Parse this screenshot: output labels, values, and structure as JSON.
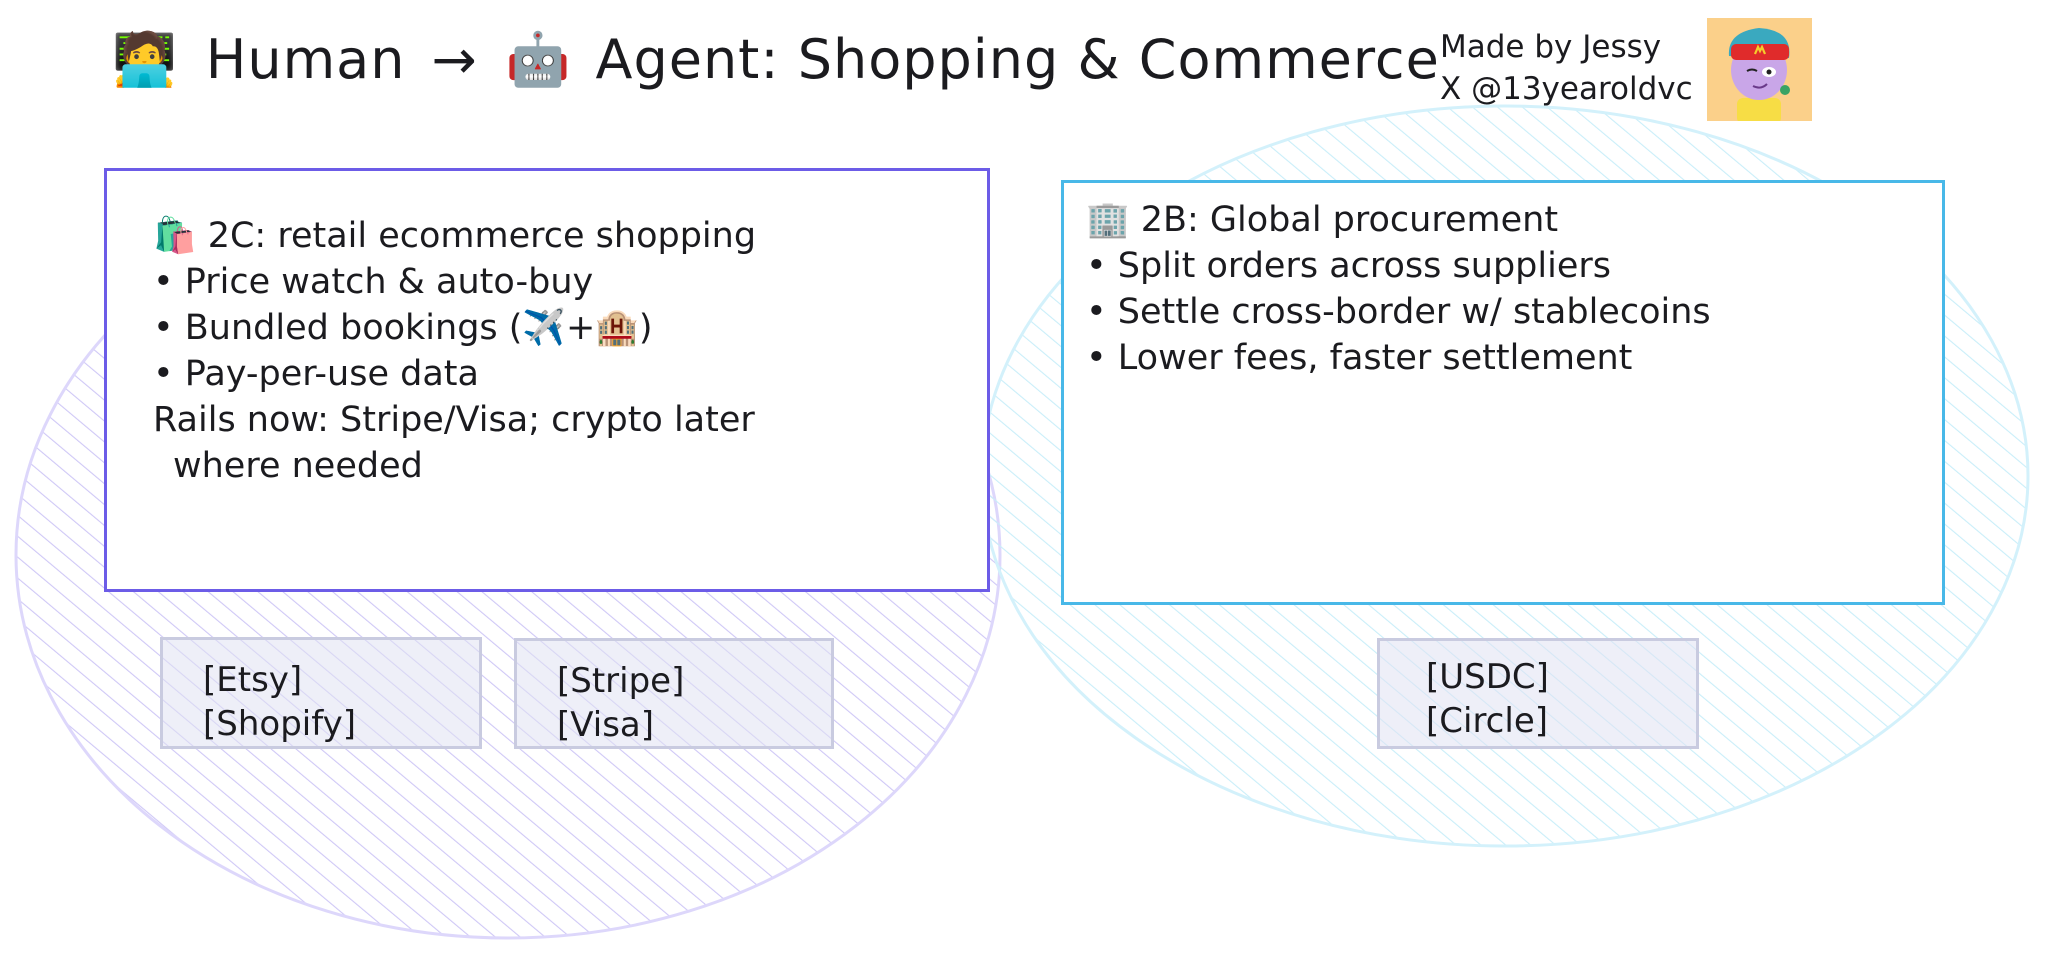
{
  "header": {
    "human_emoji": "🧑‍💻",
    "human_label": "Human",
    "arrow": "→",
    "robot_emoji": "🤖",
    "agent_label": "Agent: Shopping & Commerce"
  },
  "credit": {
    "line1": "Made by Jessy",
    "line2": "X @13yearoldvc"
  },
  "left_card": {
    "heading": "🛍️ 2C: retail ecommerce shopping",
    "bullets": [
      "Price watch & auto-buy",
      "Bundled bookings (✈️+🏨)",
      "Pay-per-use data"
    ],
    "rails_line1": "Rails now: Stripe/Visa; crypto later",
    "rails_line2": "where needed",
    "color": "#6c5ce7"
  },
  "right_card": {
    "heading": "🏢 2B: Global procurement",
    "bullets": [
      "Split orders across suppliers",
      "Settle cross-border w/ stablecoins",
      "Lower fees, faster settlement"
    ],
    "color": "#48b8e8"
  },
  "chips": {
    "left_a": [
      "[Etsy]",
      "[Shopify]"
    ],
    "left_b": [
      "[Stripe]",
      "[Visa]"
    ],
    "right": [
      "[USDC]",
      "[Circle]"
    ]
  }
}
